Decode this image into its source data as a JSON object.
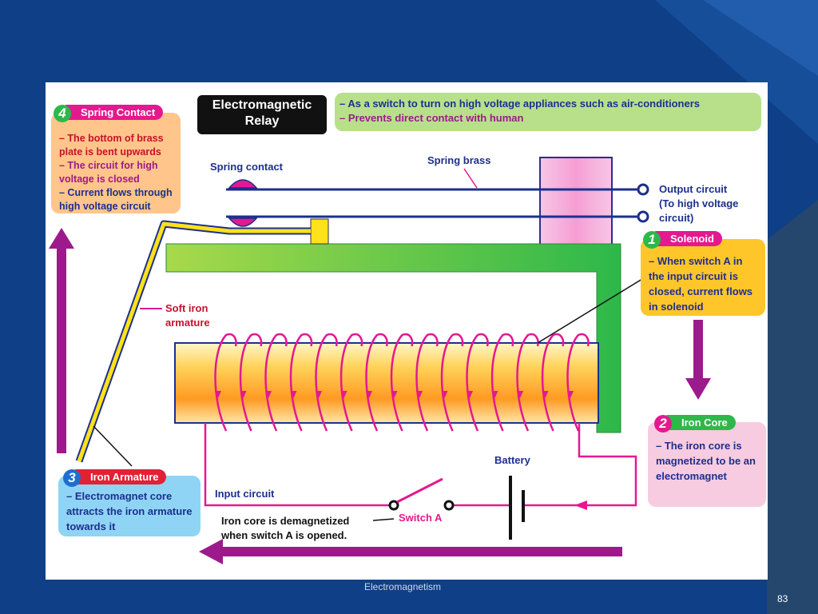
{
  "title": {
    "line1": "Electromagnetic",
    "line2": "Relay"
  },
  "uses": [
    "– As a switch to turn on high voltage appliances such as air-conditioners",
    "– Prevents direct contact with human"
  ],
  "steps": {
    "spring_contact": {
      "number": "4",
      "title": "Spring Contact",
      "bullets": [
        "– The bottom of brass plate is bent upwards",
        "– The circuit for high voltage is closed",
        "– Current flows through high voltage circuit"
      ]
    },
    "solenoid": {
      "number": "1",
      "title": "Solenoid",
      "bullets": [
        "– When switch A in the input circuit is closed, current flows in solenoid"
      ]
    },
    "iron_core": {
      "number": "2",
      "title": "Iron Core",
      "bullets": [
        "– The iron core is magnetized to be an electromagnet"
      ]
    },
    "iron_armature": {
      "number": "3",
      "title": "Iron Armature",
      "bullets": [
        "– Electromagnet core attracts the iron armature towards it"
      ]
    }
  },
  "labels": {
    "spring_contact": "Spring contact",
    "spring_brass": "Spring brass",
    "output_circuit_1": "Output circuit",
    "output_circuit_2": "(To high voltage",
    "output_circuit_3": "circuit)",
    "soft_iron_1": "Soft iron",
    "soft_iron_2": "armature",
    "battery": "Battery",
    "input_circuit": "Input circuit",
    "switch_a": "Switch A",
    "demag_1": "Iron core is demagnetized",
    "demag_2": "when switch A is opened."
  },
  "footer": {
    "text": "Electromagnetism",
    "page": "83"
  },
  "colors": {
    "slide_bg": "#0f3f86",
    "navy": "#1c2f8f",
    "magenta": "#e4198f",
    "purple": "#9c1a8c"
  }
}
